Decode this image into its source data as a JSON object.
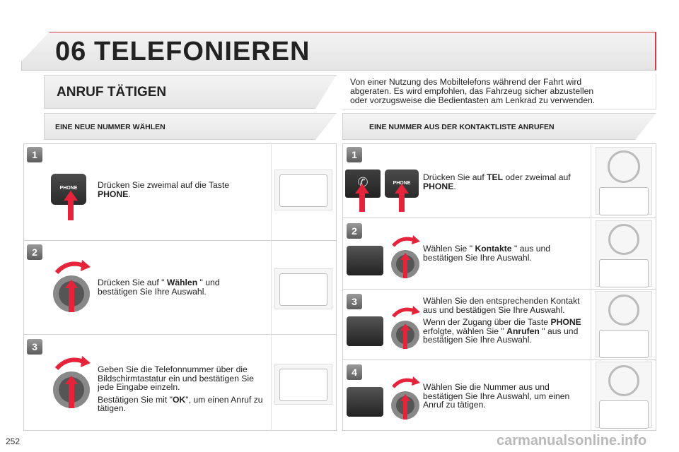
{
  "chapter": {
    "number": "06",
    "title": "TELEFONIEREN"
  },
  "section_title": "ANRUF TÄTIGEN",
  "intro_text": "Von einer Nutzung des Mobiltelefons während der Fahrt wird abgeraten. Es wird empfohlen, das Fahrzeug sicher abzustellen oder vorzugsweise die Bedientasten am Lenkrad zu verwenden.",
  "left": {
    "heading": "EINE NEUE NUMMER WÄHLEN",
    "steps": [
      {
        "num": "1",
        "button_label": "PHONE",
        "p1a": "Drücken Sie zweimal auf die Taste ",
        "p1b": "PHONE",
        "p1c": "."
      },
      {
        "num": "2",
        "p1a": "Drücken Sie auf \" ",
        "p1b": "Wählen",
        "p1c": " \" und bestätigen Sie Ihre Auswahl."
      },
      {
        "num": "3",
        "p1": "Geben Sie die Telefonnummer über die Bildschirmtastatur ein und bestätigen Sie jede Eingabe einzeln.",
        "p2a": "Bestätigen Sie mit \"",
        "p2b": "OK",
        "p2c": "\", um einen Anruf zu tätigen."
      }
    ]
  },
  "right": {
    "heading": "EINE NUMMER AUS DER KONTAKTLISTE ANRUFEN",
    "steps": [
      {
        "num": "1",
        "button_label": "PHONE",
        "p1a": "Drücken Sie auf ",
        "p1b": "TEL",
        "p1c": " oder zweimal auf ",
        "p1d": "PHONE",
        "p1e": "."
      },
      {
        "num": "2",
        "p1a": "Wählen Sie \" ",
        "p1b": "Kontakte",
        "p1c": " \" aus und bestätigen Sie Ihre Auswahl."
      },
      {
        "num": "3",
        "p1": "Wählen Sie den entsprechenden Kontakt aus und bestätigen Sie Ihre Auswahl.",
        "p2a": "Wenn der Zugang über die Taste ",
        "p2b": "PHONE",
        "p2c": " erfolgte, wählen Sie \" ",
        "p2d": "Anrufen",
        "p2e": " \" aus und bestätigen Sie Ihre Auswahl."
      },
      {
        "num": "4",
        "p1": "Wählen Sie die Nummer aus und bestätigen Sie Ihre Auswahl, um einen Anruf zu tätigen."
      }
    ]
  },
  "page_number": "252",
  "watermark": "carmanualsonline.info",
  "colors": {
    "accent_red": "#d43b4b",
    "arrow_red": "#e5243b"
  }
}
